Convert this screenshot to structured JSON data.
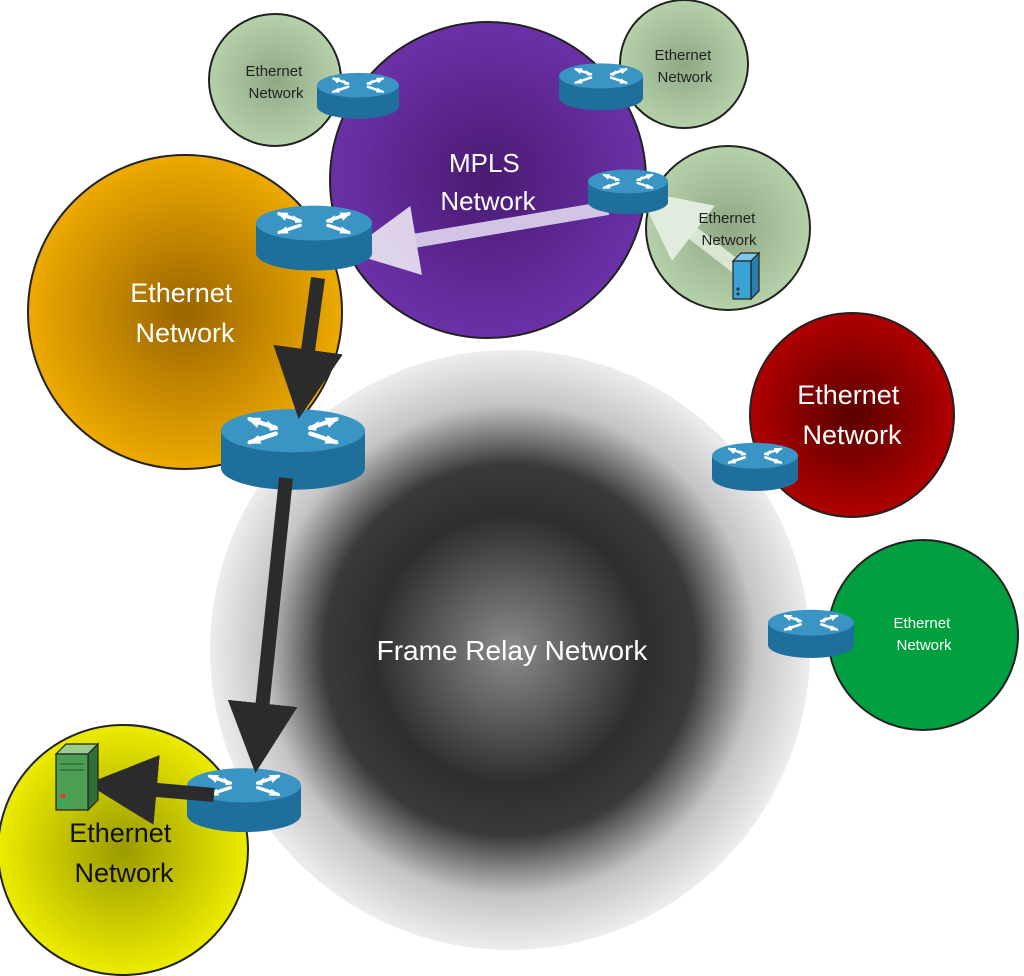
{
  "networks": {
    "mpls": {
      "label_line1": "MPLS",
      "label_line2": "Network"
    },
    "frame_relay": {
      "label": "Frame Relay Network"
    },
    "ethernet_orange": {
      "label_line1": "Ethernet",
      "label_line2": "Network",
      "color": "#e8a800"
    },
    "ethernet_red": {
      "label_line1": "Ethernet",
      "label_line2": "Network",
      "color": "#b00000"
    },
    "ethernet_green": {
      "label_line1": "Ethernet",
      "label_line2": "Network",
      "color": "#00a040"
    },
    "ethernet_yellow": {
      "label_line1": "Ethernet",
      "label_line2": "Network",
      "color": "#e8e800"
    },
    "ethernet_sage_top_left": {
      "label_line1": "Ethernet",
      "label_line2": "Network",
      "color": "#b2cfa6"
    },
    "ethernet_sage_top_right": {
      "label_line1": "Ethernet",
      "label_line2": "Network",
      "color": "#b2cfa6"
    },
    "ethernet_sage_right": {
      "label_line1": "Ethernet",
      "label_line2": "Network",
      "color": "#b2cfa6"
    }
  },
  "colors": {
    "mpls": "#6a2ea6",
    "router": "#2a7fb0",
    "path_arrow": "#2b2b2b",
    "return_arrow": "#d9cdea"
  },
  "icons": {
    "router": "router-icon",
    "server": "server-icon"
  }
}
